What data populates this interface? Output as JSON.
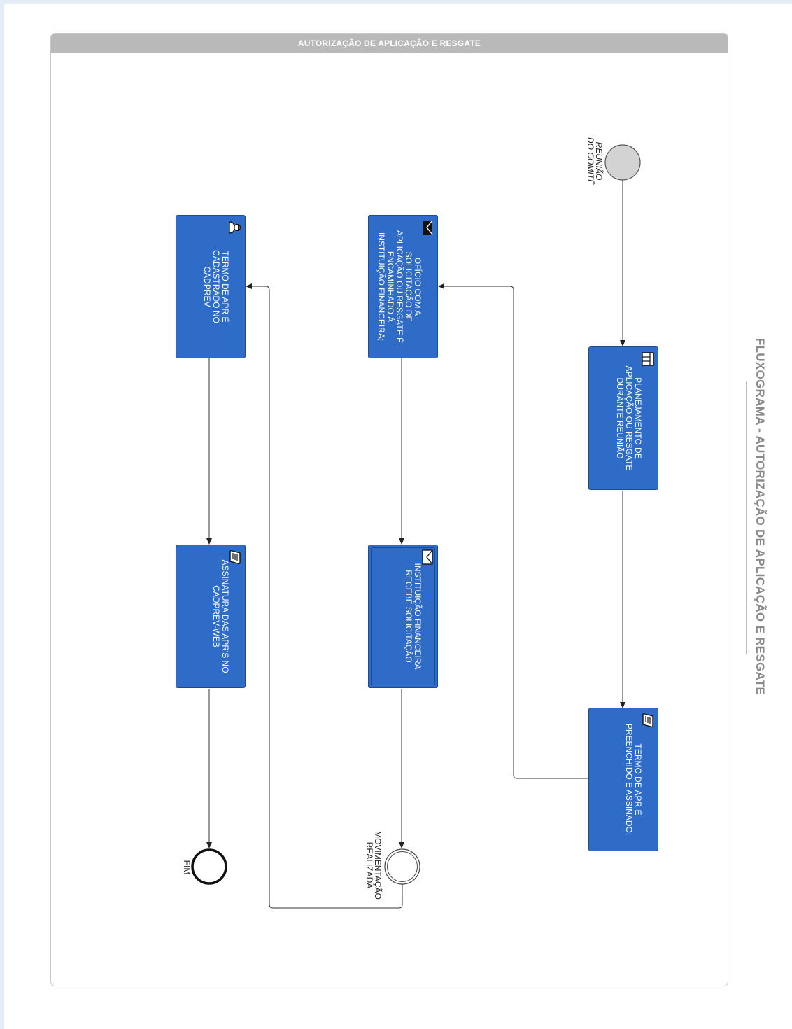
{
  "pool": {
    "title": "AUTORIZAÇÃO DE APLICAÇÃO E RESGATE"
  },
  "side_title": "FLUXOGRAMA - AUTORIZAÇÃO DE APLICAÇÃO E RESGATE",
  "events": {
    "start": {
      "label": "REUNIÃO DO COMITÊ"
    },
    "intermediate": {
      "label": "MOVIMENTAÇÃO REALIZADA"
    },
    "end": {
      "label": "FIM"
    }
  },
  "tasks": {
    "planejamento": {
      "text": "PLANEJAMENTO DE APLICAÇÃO OU RESGATE DURANTE REUNIÃO",
      "icon": "table-icon"
    },
    "termo_preenchido": {
      "text": "TERMO DE APR É PREENCHIDO E ASSINADO;",
      "icon": "script-icon"
    },
    "oficio": {
      "text": "OFÍCIO COM A SOLICITAÇÃO DE APLICAÇÃO OU RESGATE É ENCAMINHADO À INSTITUIÇÃO FINANCEIRA;",
      "icon": "envelope-filled-icon"
    },
    "instituicao": {
      "text": "INSTITUIÇÃO FINANCEIRA RECEBE SOLICITAÇÃO",
      "icon": "envelope-outline-icon"
    },
    "termo_cadastrado": {
      "text": "TERMO DE APR É CADASTRADO NO CADPREV",
      "icon": "user-icon"
    },
    "assinatura": {
      "text": "ASSINATURA DAS APR'S NO CADPREV-WEB",
      "icon": "script-icon"
    }
  },
  "colors": {
    "task_fill": "#2f6cc7",
    "task_border": "#1e4a8f",
    "header": "#b9b9b9",
    "background": "#e4ecf6"
  }
}
